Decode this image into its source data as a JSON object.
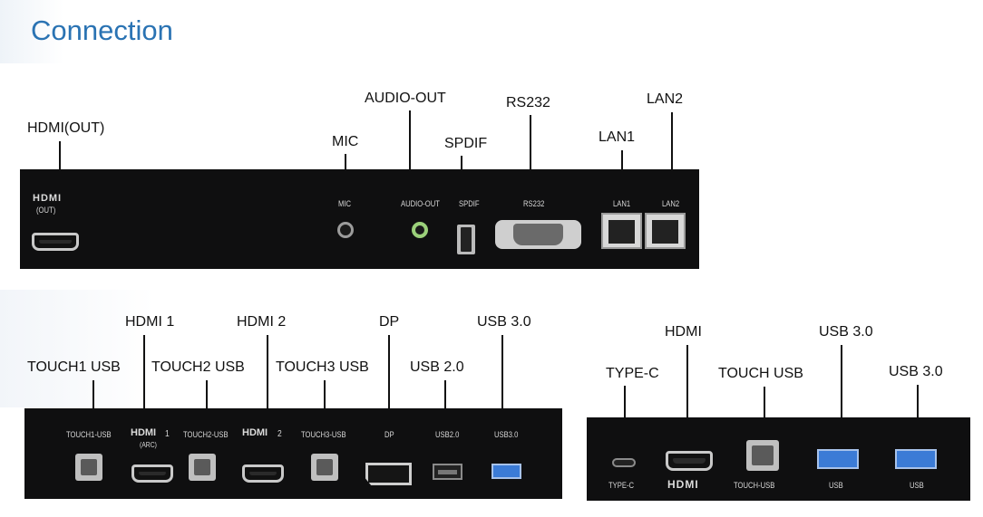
{
  "title": "Connection",
  "top_callouts": [
    {
      "id": "hdmi-out",
      "label": "HDMI(OUT)"
    },
    {
      "id": "mic",
      "label": "MIC"
    },
    {
      "id": "audio-out",
      "label": "AUDIO-OUT"
    },
    {
      "id": "spdif",
      "label": "SPDIF"
    },
    {
      "id": "rs232",
      "label": "RS232"
    },
    {
      "id": "lan1",
      "label": "LAN1"
    },
    {
      "id": "lan2",
      "label": "LAN2"
    }
  ],
  "top_panel_labels": {
    "hdmi_logo": "HDMI",
    "hdmi_out": "(OUT)",
    "mic": "MIC",
    "audio_out": "AUDIO-OUT",
    "spdif": "SPDIF",
    "rs232": "RS232",
    "lan1": "LAN1",
    "lan2": "LAN2"
  },
  "bottom_left_callouts": [
    {
      "id": "touch1-usb",
      "label": "TOUCH1  USB"
    },
    {
      "id": "hdmi1",
      "label": "HDMI 1"
    },
    {
      "id": "touch2-usb",
      "label": "TOUCH2  USB"
    },
    {
      "id": "hdmi2",
      "label": "HDMI 2"
    },
    {
      "id": "touch3-usb",
      "label": "TOUCH3 USB"
    },
    {
      "id": "dp",
      "label": "DP"
    },
    {
      "id": "usb20",
      "label": "USB 2.0"
    },
    {
      "id": "usb30",
      "label": "USB 3.0"
    }
  ],
  "bottom_left_panel_labels": {
    "touch1": "TOUCH1-USB",
    "hdmi1_logo": "HDMI",
    "hdmi1_num": "1",
    "hdmi1_arc": "(ARC)",
    "touch2": "TOUCH2-USB",
    "hdmi2_logo": "HDMI",
    "hdmi2_num": "2",
    "touch3": "TOUCH3-USB",
    "dp": "DP",
    "usb20": "USB2.0",
    "usb30": "USB3.0"
  },
  "bottom_right_callouts": [
    {
      "id": "type-c",
      "label": "TYPE-C"
    },
    {
      "id": "hdmi",
      "label": "HDMI"
    },
    {
      "id": "touch-usb",
      "label": "TOUCH  USB"
    },
    {
      "id": "usb30a",
      "label": "USB 3.0"
    },
    {
      "id": "usb30b",
      "label": "USB 3.0"
    }
  ],
  "bottom_right_panel_labels": {
    "typec": "TYPE-C",
    "hdmi_logo": "HDMI",
    "touch": "TOUCH-USB",
    "usb1": "USB",
    "usb2": "USB"
  }
}
